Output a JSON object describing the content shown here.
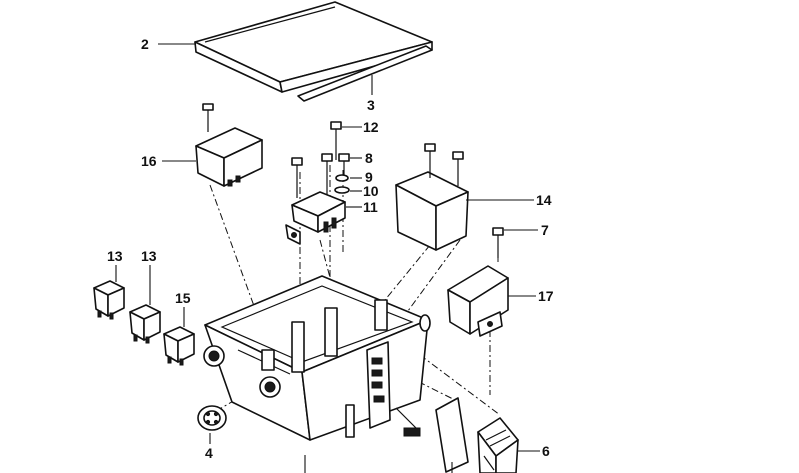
{
  "callouts": {
    "c2": "2",
    "c3": "3",
    "c16": "16",
    "c12": "12",
    "c8": "8",
    "c9": "9",
    "c10": "10",
    "c11": "11",
    "c14": "14",
    "c7": "7",
    "c13a": "13",
    "c13b": "13",
    "c15": "15",
    "c17": "17",
    "c4": "4",
    "c6": "6"
  }
}
